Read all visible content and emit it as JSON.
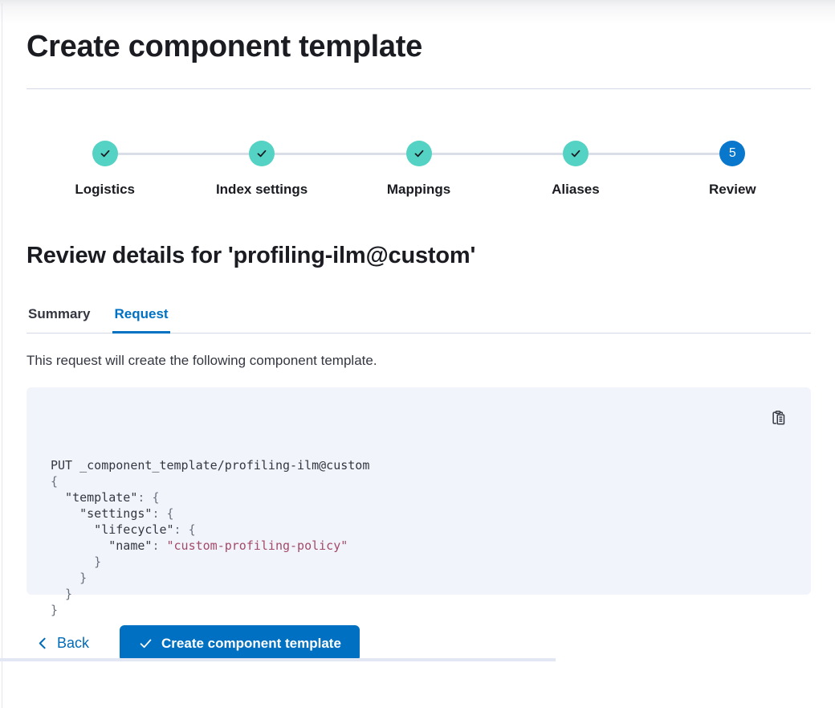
{
  "page": {
    "title": "Create component template",
    "section_title": "Review details for 'profiling-ilm@custom'",
    "description": "This request will create the following component template."
  },
  "stepper": {
    "complete_color": "#54d2c4",
    "current_color": "#0877cc",
    "check_color": "#1a1c21",
    "steps": [
      {
        "label": "Logistics",
        "status": "complete"
      },
      {
        "label": "Index settings",
        "status": "complete"
      },
      {
        "label": "Mappings",
        "status": "complete"
      },
      {
        "label": "Aliases",
        "status": "complete"
      },
      {
        "label": "Review",
        "status": "current",
        "number": "5"
      }
    ]
  },
  "tabs": {
    "active_color": "#0071c2",
    "items": [
      {
        "label": "Summary",
        "active": false
      },
      {
        "label": "Request",
        "active": true
      }
    ]
  },
  "code_block": {
    "copy_icon": "copy-clipboard-icon",
    "colors": {
      "background": "#f1f4fa",
      "plain": "#343741",
      "key": "#343741",
      "punct": "#69707d",
      "string": "#a34a6a"
    },
    "lines": [
      [
        {
          "t": "PUT _component_template/profiling-ilm@custom",
          "c": "plain"
        }
      ],
      [
        {
          "t": "{",
          "c": "punct"
        }
      ],
      [
        {
          "t": "  \"template\"",
          "c": "key"
        },
        {
          "t": ": ",
          "c": "punct"
        },
        {
          "t": "{",
          "c": "punct"
        }
      ],
      [
        {
          "t": "    \"settings\"",
          "c": "key"
        },
        {
          "t": ": ",
          "c": "punct"
        },
        {
          "t": "{",
          "c": "punct"
        }
      ],
      [
        {
          "t": "      \"lifecycle\"",
          "c": "key"
        },
        {
          "t": ": ",
          "c": "punct"
        },
        {
          "t": "{",
          "c": "punct"
        }
      ],
      [
        {
          "t": "        \"name\"",
          "c": "key"
        },
        {
          "t": ": ",
          "c": "punct"
        },
        {
          "t": "\"custom-profiling-policy\"",
          "c": "string"
        }
      ],
      [
        {
          "t": "      }",
          "c": "punct"
        }
      ],
      [
        {
          "t": "    }",
          "c": "punct"
        }
      ],
      [
        {
          "t": "  }",
          "c": "punct"
        }
      ],
      [
        {
          "t": "}",
          "c": "punct"
        }
      ]
    ]
  },
  "footer": {
    "back_label": "Back",
    "submit_label": "Create component template"
  }
}
